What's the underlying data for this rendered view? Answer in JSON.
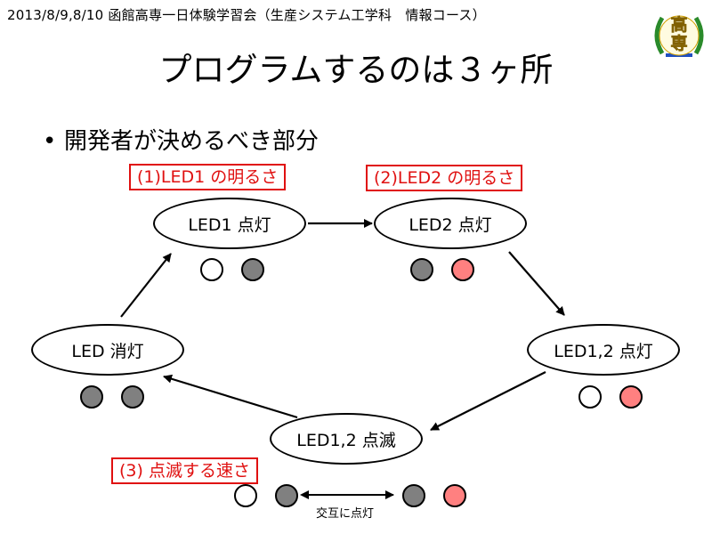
{
  "header": {
    "text": "2013/8/9,8/10 函館高専一日体験学習会（生産システム工学科　情報コース）"
  },
  "title": "プログラムするのは３ヶ所",
  "bullet": {
    "symbol": "•",
    "text": "開発者が決めるべき部分"
  },
  "logo": {
    "char1": "高",
    "char2": "専"
  },
  "parameters": {
    "p1": "(1)LED1 の明るさ",
    "p2": "(2)LED2 の明るさ",
    "p3": "(3) 点滅する速さ"
  },
  "states": {
    "led1_on": "LED1 点灯",
    "led2_on": "LED2 点灯",
    "led12_on": "LED1,2 点灯",
    "led12_blink": "LED1,2 点滅",
    "led_off": "LED 消灯"
  },
  "note": "交互に点灯",
  "colors": {
    "led_on": "#ff8080",
    "led_off_gray": "#808080",
    "led_white": "#ffffff",
    "param_red": "#e01010"
  },
  "led_groups": {
    "led1_on": [
      "white",
      "gray"
    ],
    "led2_on": [
      "gray",
      "red"
    ],
    "led12_on": [
      "white",
      "red"
    ],
    "led_off": [
      "gray",
      "gray"
    ],
    "blink_a": [
      "white",
      "gray"
    ],
    "blink_b": [
      "gray",
      "red"
    ]
  }
}
